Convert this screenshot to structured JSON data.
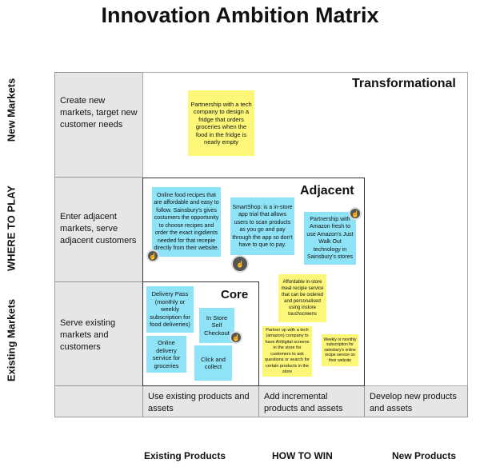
{
  "title": "Innovation Ambition Matrix",
  "axes": {
    "y_top": "New Markets",
    "y_mid": "WHERE TO PLAY",
    "y_bottom": "Existing Markets",
    "x_left": "Existing Products",
    "x_mid": "HOW TO WIN",
    "x_right": "New Products"
  },
  "rows": [
    "Create new markets, target new customer needs",
    "Enter adjacent markets, serve adjacent customers",
    "Serve existing markets and customers"
  ],
  "cols": [
    "Use existing products and assets",
    "Add incremental products and assets",
    "Develop new products and assets"
  ],
  "zones": {
    "transformational": "Transformational",
    "adjacent": "Adjacent",
    "core": "Core"
  },
  "notes": {
    "fridge": "Partnership with a tech company to design a fridge that orders groceries when the food in the fridge is nearly empty",
    "recipes": "Online food recipes that are affordable and easy to follow. Sainsbury's gives costumers the opportunity to choose recipes and order the exact ingidients needed for that recepie directly from their website.",
    "smartshop": "SmartShop: is a in-store app trial that allows users to scan products as you go and pay through the app so don't have to que to pay.",
    "amazon": "Partnership with Amazon fresh to use Amazon's Just Walk Out technology in Sainsbury's stores",
    "delivery_pass": "Delivery Pass (monthly or weekly subscription for food deliveries)",
    "self_checkout": "In Store Self Checkout",
    "online_delivery": "Online delivery service for groceries",
    "click_collect": "Click and collect",
    "affordable": "Affordable in-store meal recipie service that can be ordered and personalised using instore touchscreens",
    "partner": "Partner up with a tech (amazon) company to have AI/digital screens in the store for customers to ask questions or search for certain products in the store",
    "weekly": "Weekly or monthly subscription for sainsbury's online recipe service on their website"
  },
  "colors": {
    "blue_note": "#8fe3f7",
    "yellow_note": "#fcf679",
    "label_cell": "#e6e6e6"
  },
  "icons": [
    "hand-pointer-icon"
  ]
}
